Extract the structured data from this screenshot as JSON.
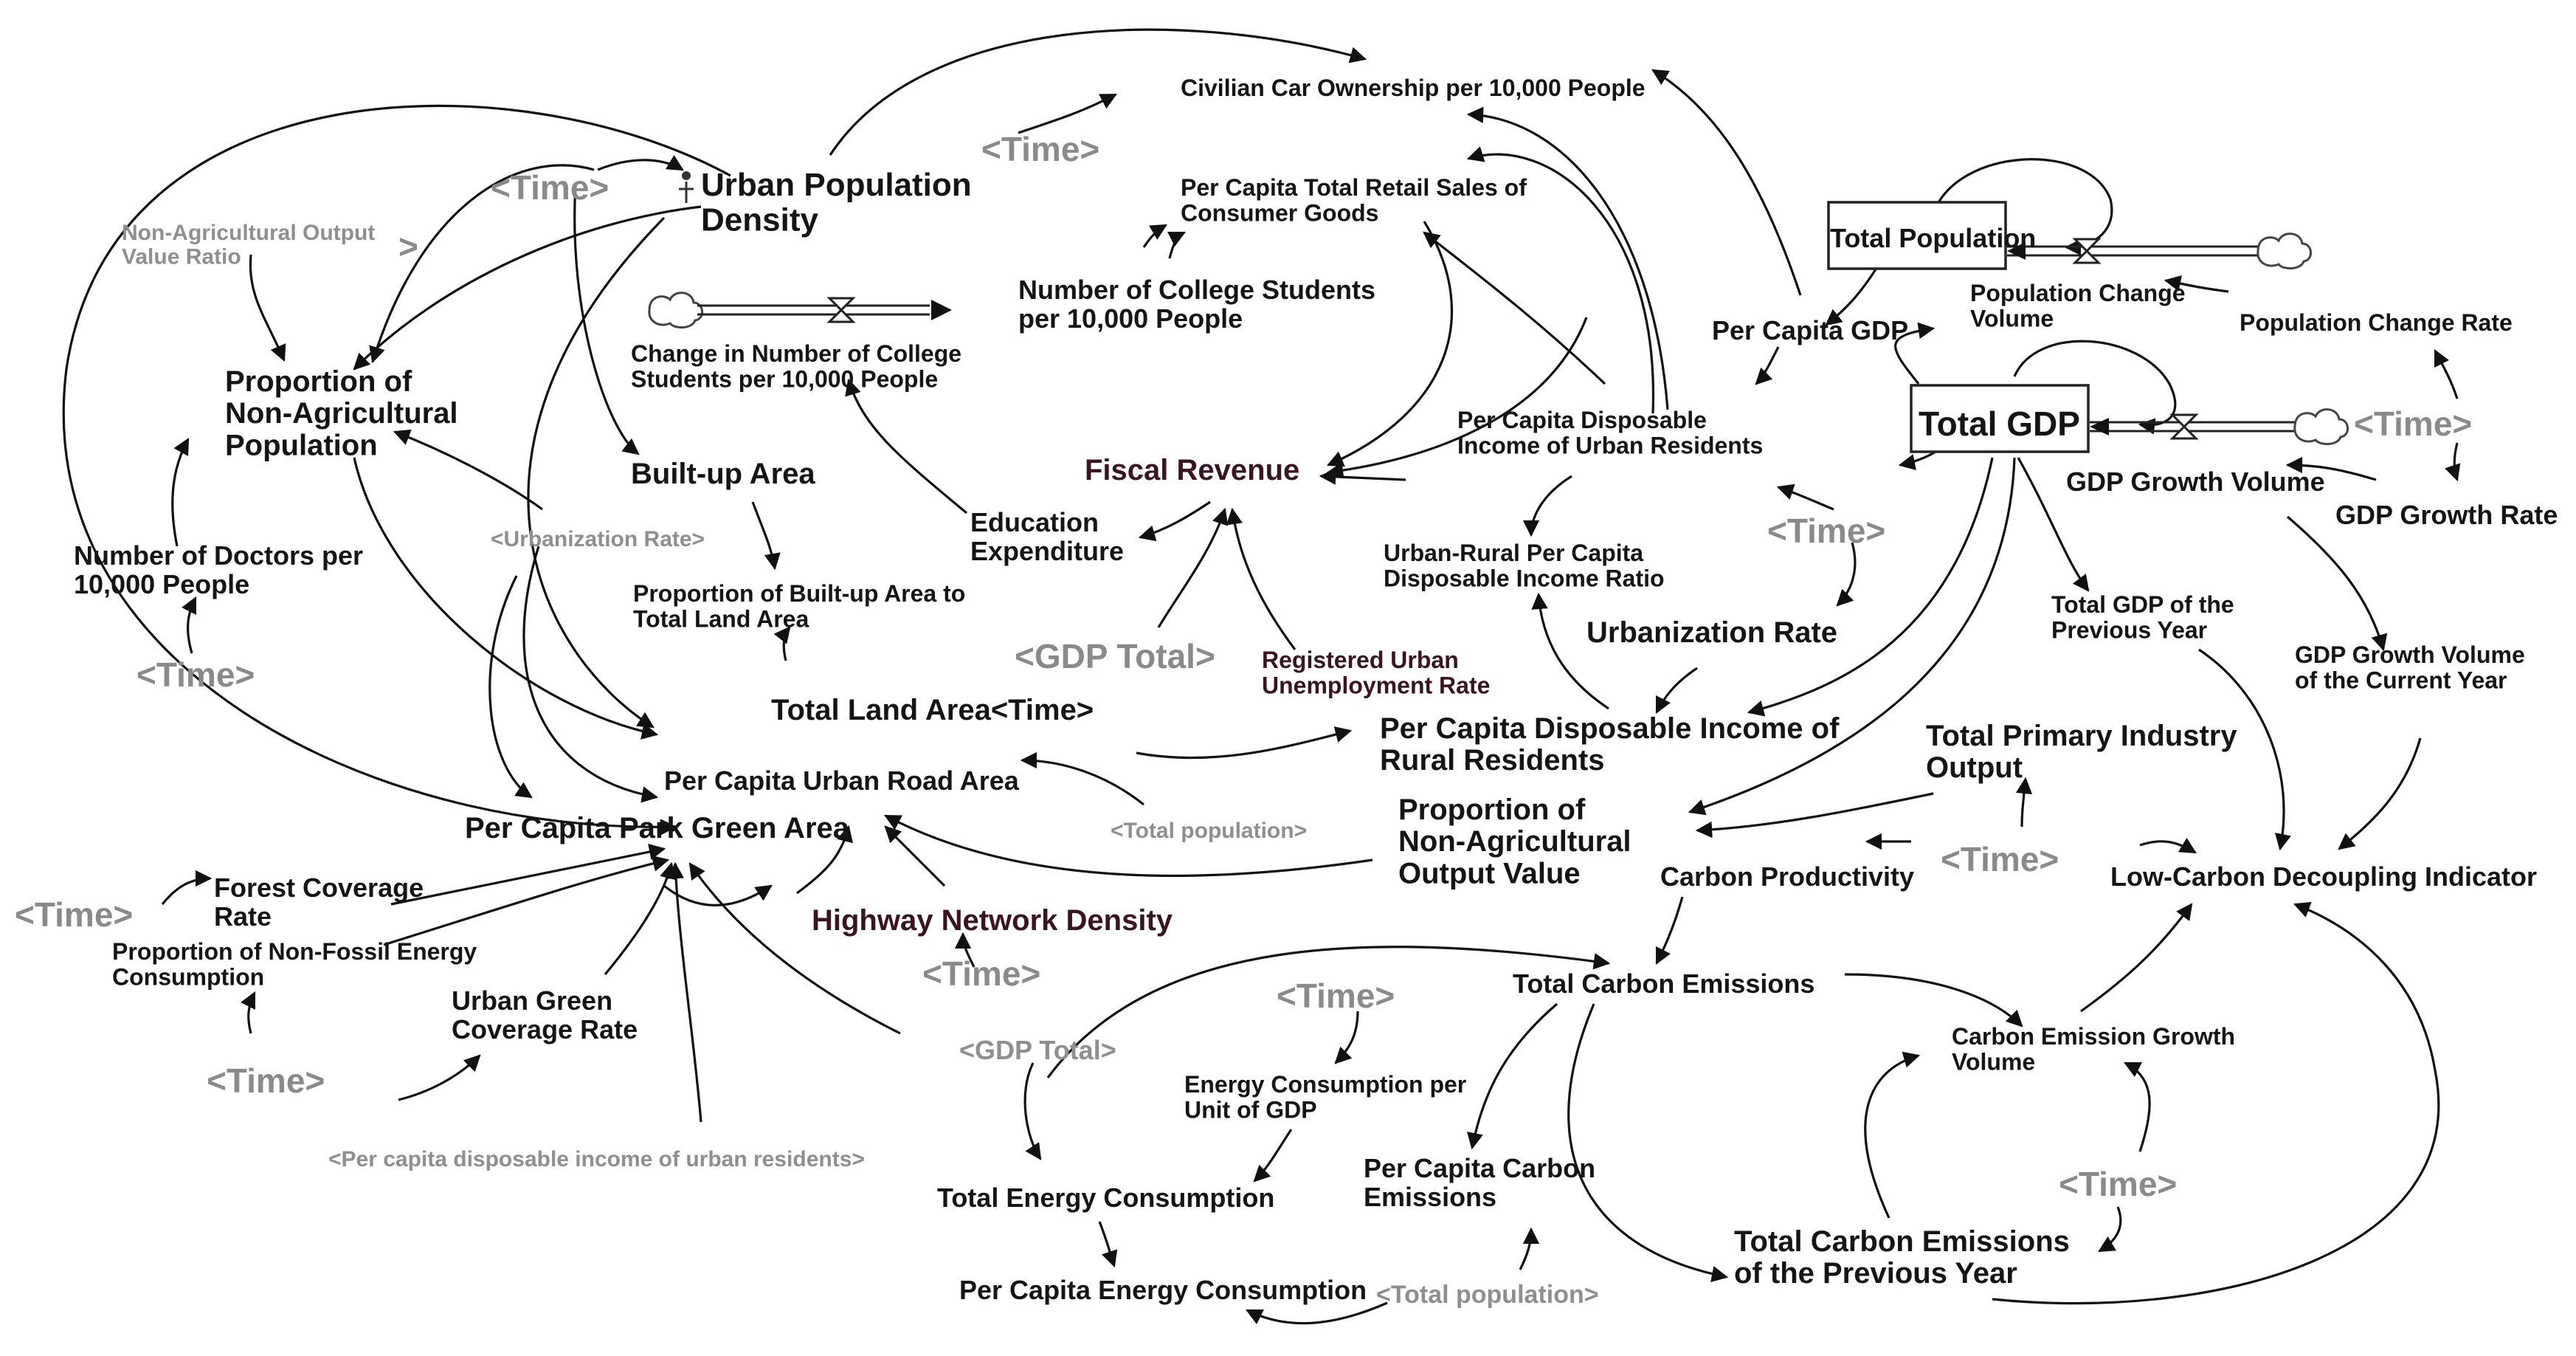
{
  "diagram": {
    "title": "",
    "stocks": {
      "total_population": "Total Population",
      "total_gdp": "Total GDP"
    },
    "flows": {
      "population_change_volume": "Population Change\nVolume",
      "gdp_growth_volume": "GDP Growth Volume",
      "change_college_students": "Change in Number of College\nStudents per 10,000 People"
    },
    "variables": {
      "urban_population_density": "Urban Population\nDensity",
      "civilian_car_ownership": "Civilian Car Ownership per 10,000 People",
      "per_capita_retail_sales": "Per Capita Total Retail Sales of\nConsumer Goods",
      "college_students": "Number of College Students\nper 10,000 People",
      "per_capita_gdp": "Per Capita GDP",
      "population_change_rate": "Population Change Rate",
      "gdp_growth_rate": "GDP Growth Rate",
      "proportion_non_agri_population": "Proportion of\nNon-Agricultural\nPopulation",
      "non_agri_output_ratio": "Non-Agricultural Output\nValue Ratio",
      "doctors": "Number of Doctors per\n10,000 People",
      "built_up_area": "Built-up Area",
      "built_up_proportion": "Proportion of Built-up Area to\nTotal Land Area",
      "fiscal_revenue": "Fiscal Revenue",
      "education_expenditure": "Education\nExpenditure",
      "disposable_income_urban": "Per Capita Disposable\nIncome of Urban Residents",
      "urban_rural_ratio": "Urban-Rural Per Capita\nDisposable Income Ratio",
      "urbanization_rate": "Urbanization Rate",
      "total_gdp_prev": "Total GDP of the\nPrevious Year",
      "gdp_growth_current": "GDP Growth Volume\nof the Current Year",
      "registered_unemployment": "Registered Urban\nUnemployment Rate",
      "total_land_area": "Total Land Area<Time>",
      "disposable_income_rural": "Per Capita Disposable Income of\nRural Residents",
      "primary_industry_output": "Total Primary Industry\nOutput",
      "per_capita_road_area": "Per Capita Urban Road Area",
      "proportion_non_agri_output": "Proportion of\nNon-Agricultural\nOutput Value",
      "per_capita_park_green": "Per Capita Park Green Area",
      "carbon_productivity": "Carbon Productivity",
      "low_carbon_decoupling": "Low-Carbon Decoupling Indicator",
      "forest_coverage": "Forest Coverage\nRate",
      "non_fossil_energy": "Proportion of Non-Fossil Energy\nConsumption",
      "highway_density": "Highway Network Density",
      "urban_green_coverage": "Urban Green\nCoverage Rate",
      "total_carbon_emissions": "Total Carbon Emissions",
      "carbon_emission_growth": "Carbon Emission Growth\nVolume",
      "energy_per_gdp": "Energy Consumption per\nUnit of GDP",
      "total_energy_consumption": "Total Energy Consumption",
      "per_capita_carbon": "Per Capita Carbon\nEmissions",
      "total_carbon_prev": "Total Carbon Emissions\nof the Previous Year",
      "per_capita_energy": "Per Capita Energy Consumption"
    },
    "shadow_variables": {
      "time": "<Time>",
      "urbanization_rate_shadow": "<Urbanization Rate>",
      "gdp_total_shadow": "<GDP Total>",
      "total_population_shadow": "<Total population>",
      "income_urban_shadow": "<Per capita disposable income of urban residents>",
      "non_agri_shadow_arrow": ">"
    }
  }
}
